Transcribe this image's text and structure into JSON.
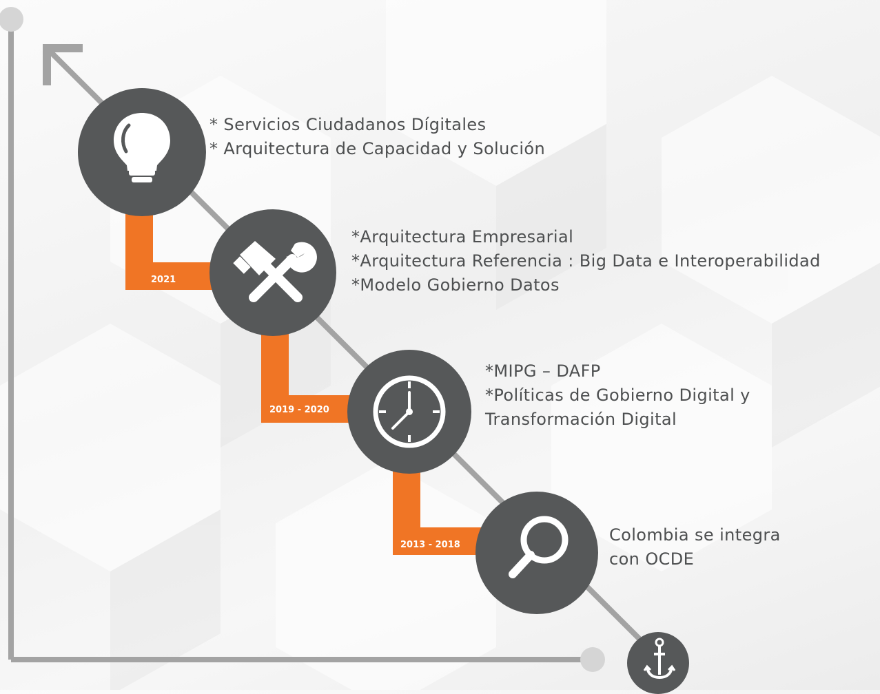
{
  "colors": {
    "accent_orange": "#f07525",
    "circle_gray": "#565859",
    "line_gray": "#a3a3a3",
    "text_gray": "#4d4f50"
  },
  "milestones": [
    {
      "icon": "lightbulb-icon",
      "year": "2021",
      "lines": [
        "* Servicios Ciudadanos Dígitales",
        "* Arquitectura de Capacidad y Solución"
      ]
    },
    {
      "icon": "tools-icon",
      "year": "2019 - 2020",
      "lines": [
        "*Arquitectura Empresarial",
        "*Arquitectura Referencia : Big Data e Interoperabilidad",
        "*Modelo Gobierno Datos"
      ]
    },
    {
      "icon": "clock-icon",
      "year": "2013 - 2018",
      "lines": [
        "*MIPG – DAFP",
        "*Políticas de Gobierno Digital y",
        "Transformación Digital"
      ]
    },
    {
      "icon": "magnifier-icon",
      "lines": [
        "Colombia se integra",
        "con OCDE"
      ]
    },
    {
      "icon": "anchor-icon"
    }
  ]
}
